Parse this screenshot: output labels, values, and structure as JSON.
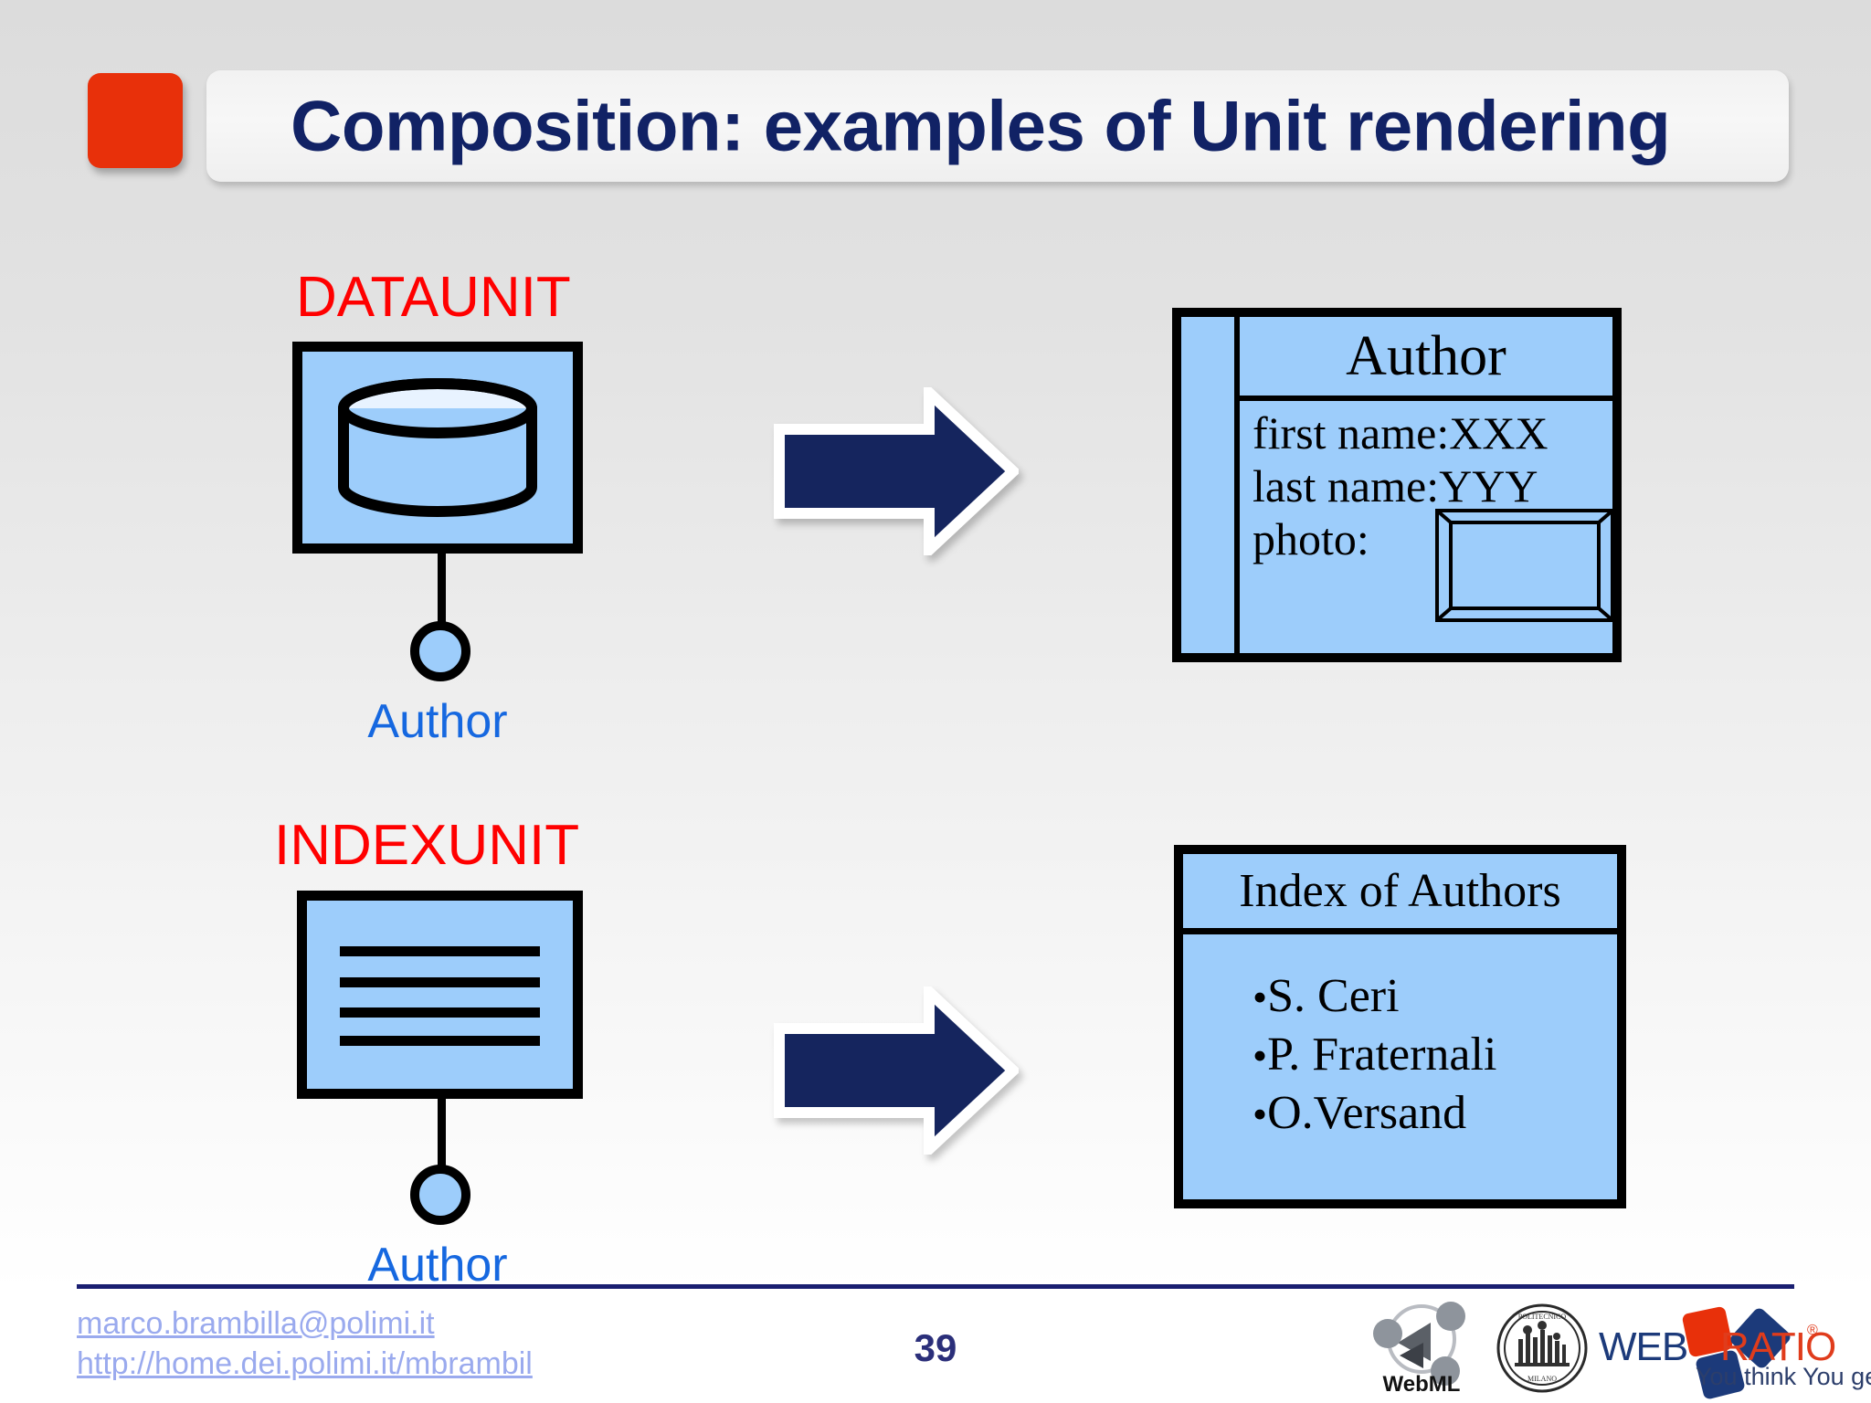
{
  "slide": {
    "title": "Composition: examples of Unit rendering",
    "page_number": "39",
    "accent_red": "#e8300a",
    "title_color": "#112265",
    "unit_fill": "#9dcdfb",
    "arrow_color": "#15255e",
    "caption_color": "#ff0000",
    "label_color": "#1668e0"
  },
  "examples": [
    {
      "caption": "DATAUNIT",
      "icon": "database-cylinder-icon",
      "entity_label": "Author",
      "arrow": "right-arrow-icon",
      "rendering": {
        "kind": "data-page",
        "title": "Author",
        "attributes": [
          "first name:XXX",
          "last name:YYY",
          "photo:"
        ],
        "photo_placeholder": "picture-frame-icon"
      }
    },
    {
      "caption": "INDEXUNIT",
      "icon": "index-lines-icon",
      "entity_label": "Author",
      "arrow": "right-arrow-icon",
      "rendering": {
        "kind": "index-page",
        "title": "Index of Authors",
        "items": [
          "S. Ceri",
          "P. Fraternali",
          "O.Versand"
        ],
        "bullet": "•"
      }
    }
  ],
  "footer": {
    "email": "marco.brambilla@polimi.it",
    "homepage": "http://home.dei.polimi.it/mbrambil",
    "logos": [
      {
        "name": "webml-logo",
        "label": "WebML"
      },
      {
        "name": "politecnico-milano-logo",
        "label": "MILANO"
      },
      {
        "name": "webratio-logo",
        "web": "WEB",
        "ratio": "RATIO",
        "registered": "®",
        "tagline": "You think You get"
      }
    ]
  }
}
